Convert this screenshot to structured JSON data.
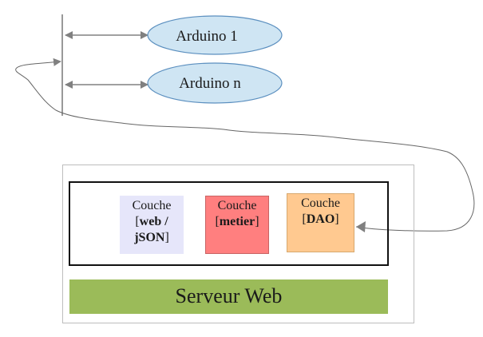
{
  "arduinos": [
    {
      "label": "Arduino 1"
    },
    {
      "label": "Arduino n"
    }
  ],
  "server": {
    "title": "Serveur Web",
    "layers": {
      "web": {
        "line1": "Couche",
        "open": "[",
        "bold1": "web /",
        "bold2": "jSON",
        "close": "]"
      },
      "metier": {
        "line1": "Couche",
        "open": "[",
        "bold": "metier",
        "close": "]"
      },
      "dao": {
        "line1": "Couche",
        "open": "[",
        "bold": "DAO",
        "close": "]"
      }
    }
  },
  "colors": {
    "ellipse_fill": "#cfe5f3",
    "ellipse_stroke": "#5b8fbf",
    "layer_web": "#e6e6fa",
    "layer_metier": "#ff7f7f",
    "layer_dao": "#ffc990",
    "server_bar": "#9bbb59",
    "arrow": "#808080"
  }
}
